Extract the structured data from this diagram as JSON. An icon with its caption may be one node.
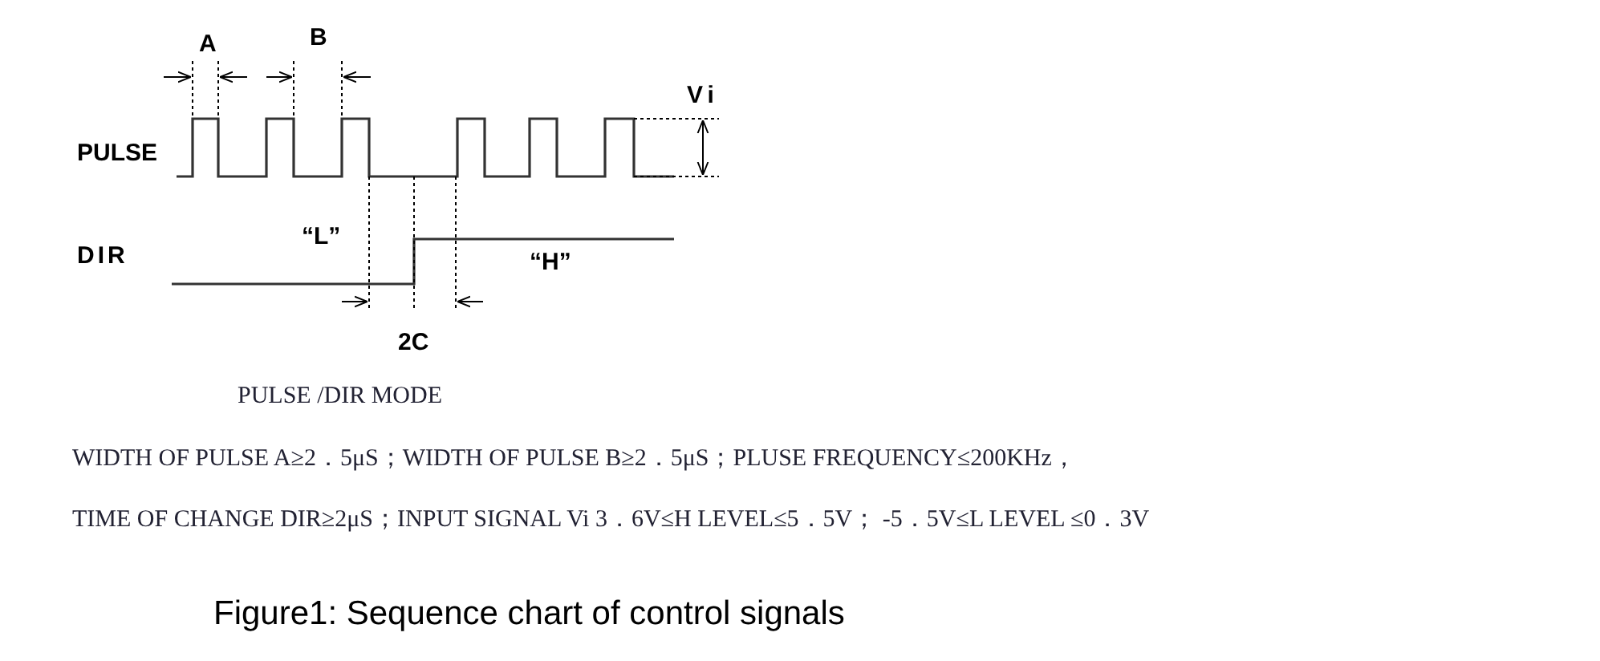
{
  "diagram": {
    "caption": "Figure1: Sequence chart of control signals",
    "labels": [
      "A",
      "B",
      "Vi",
      "PULSE",
      "“L”",
      "DIR",
      "“H”",
      "2C",
      "PULSE /DIR MODE",
      "WIDTH OF PULSE A≥2．5μS；WIDTH OF PULSE B≥2．5μS；PLUSE FREQUENCY≤200KHz，",
      "TIME OF CHANGE DIR≥2μS；INPUT SIGNAL Vi 3．6V≤H LEVEL≤5．5V；  -5．5V≤L LEVEL  ≤0．3V"
    ]
  }
}
